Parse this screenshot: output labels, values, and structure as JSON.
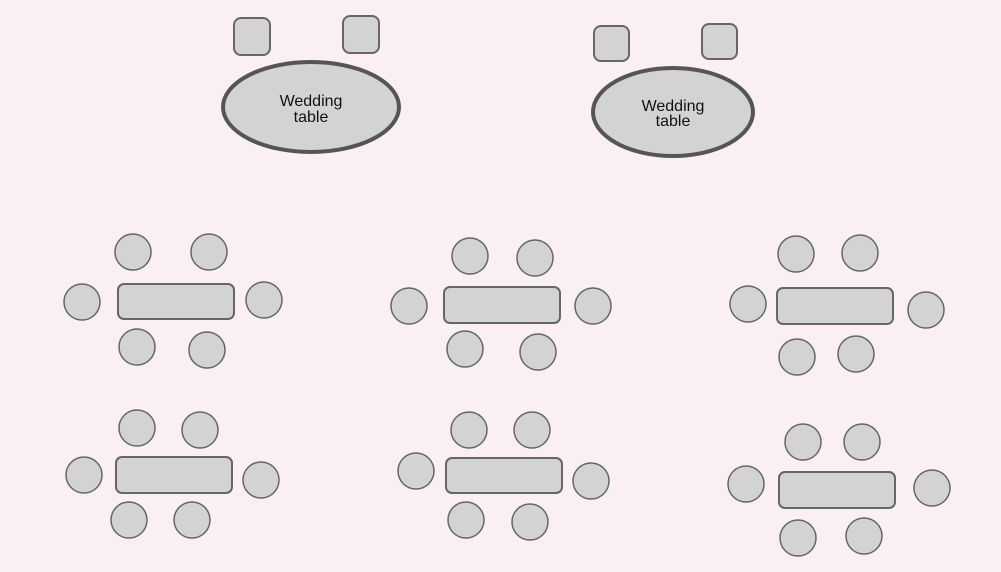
{
  "colors": {
    "background": "#faf0f2",
    "fill": "#d3d3d3",
    "stroke": "#666666",
    "ellipse_stroke": "#555555"
  },
  "wedding_tables": [
    {
      "line1": "Wedding",
      "line2": "table"
    },
    {
      "line1": "Wedding",
      "line2": "table"
    }
  ],
  "guest_tables": [
    {
      "row": 1,
      "column": 1
    },
    {
      "row": 1,
      "column": 2
    },
    {
      "row": 1,
      "column": 3
    },
    {
      "row": 2,
      "column": 1
    },
    {
      "row": 2,
      "column": 2
    },
    {
      "row": 2,
      "column": 3
    }
  ]
}
